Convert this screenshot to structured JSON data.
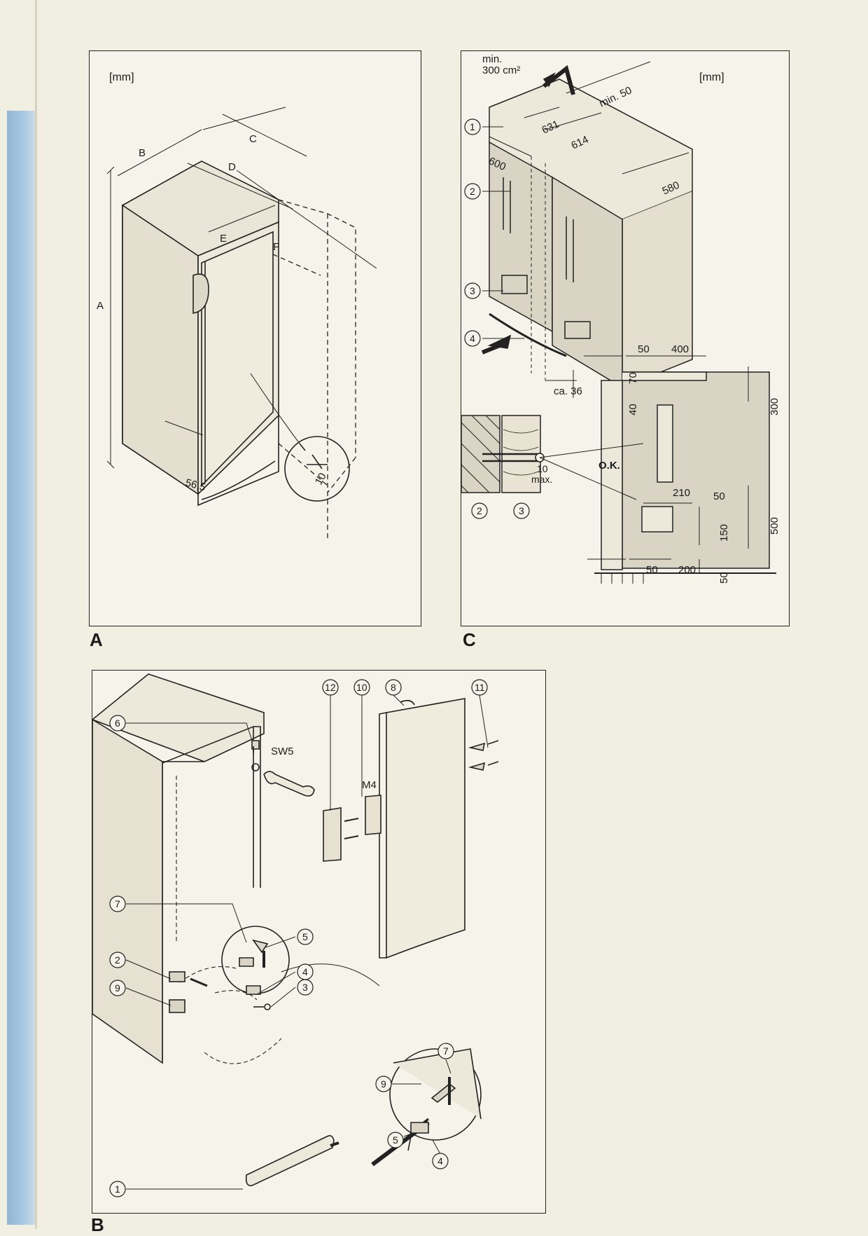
{
  "colors": {
    "paper": "#f1eee2",
    "panel": "#f6f4ea",
    "line": "#222222",
    "shade": "#d9d4c4",
    "binding": "#a9c9e1"
  },
  "panel_a": {
    "letter": "A",
    "unit": "[mm]",
    "dims": [
      "A",
      "B",
      "C",
      "D",
      "E",
      "F",
      "56,5",
      "10"
    ]
  },
  "panel_c": {
    "letter": "C",
    "unit": "[mm]",
    "vent_top": [
      "min.",
      "300 cm²"
    ],
    "min_gap": "min. 50",
    "dims": [
      "631",
      "614",
      "600",
      "580",
      "ca. 36"
    ],
    "callouts": [
      "1",
      "2",
      "3",
      "4"
    ],
    "detail_label": "O.K.",
    "detail_dims": [
      "10",
      "max."
    ],
    "detail_callouts": [
      "2",
      "3"
    ],
    "elevation_dims": [
      "50",
      "400",
      "70",
      "40",
      "300",
      "210",
      "50",
      "500",
      "150",
      "50",
      "200",
      "50"
    ]
  },
  "panel_b": {
    "letter": "B",
    "labels": [
      "SW5",
      "M4"
    ],
    "callouts": [
      "6",
      "7",
      "2",
      "9",
      "1",
      "5",
      "4",
      "3",
      "12",
      "10",
      "8",
      "11",
      "9",
      "7",
      "5",
      "4"
    ]
  }
}
